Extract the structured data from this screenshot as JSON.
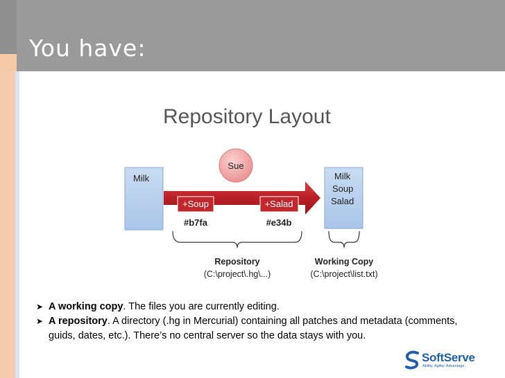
{
  "slide": {
    "title": "You have:"
  },
  "diagram": {
    "heading": "Repository Layout",
    "left_box": [
      "Milk"
    ],
    "right_box": [
      "Milk",
      "Soup",
      "Salad"
    ],
    "user": "Sue",
    "changesets": [
      {
        "label": "+Soup",
        "hash": "#b7fa"
      },
      {
        "label": "+Salad",
        "hash": "#e34b"
      }
    ],
    "repository_label": "Repository",
    "repository_path": "(C:\\project\\.hg\\...)",
    "working_copy_label": "Working Copy",
    "working_copy_path": "(C:\\project\\list.txt)"
  },
  "bullets": [
    {
      "bold": "A working copy",
      "text": ". The files you are currently editing."
    },
    {
      "bold": "A repository",
      "text": ". A directory (.hg in Mercurial) containing all patches and metadata (comments, guids, dates, etc.). There’s no central server so the data stays with you."
    }
  ],
  "logo": {
    "name": "SoftServe",
    "tagline": "Ability. Agility. Advantage."
  },
  "colors": {
    "title_bar": "#9a9a9a",
    "arrow": "#c0282e",
    "box_fill": "#bcd3ee",
    "node_fill": "#f2a9a9"
  }
}
